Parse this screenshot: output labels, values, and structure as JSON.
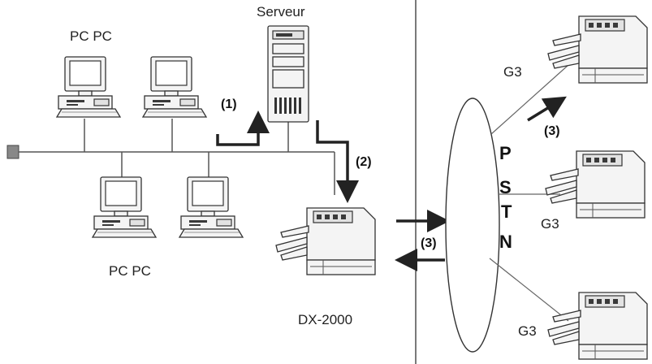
{
  "labels": {
    "server": "Serveur",
    "pc_top": "PC PC",
    "pc_bottom": "PC PC",
    "device": "DX-2000",
    "step1": "(1)",
    "step2": "(2)",
    "step3_left": "(3)",
    "step3_right": "(3)",
    "g3_top": "G3",
    "g3_mid": "G3",
    "g3_bottom": "G3",
    "pstn": [
      "P",
      "S",
      "T",
      "N"
    ]
  }
}
